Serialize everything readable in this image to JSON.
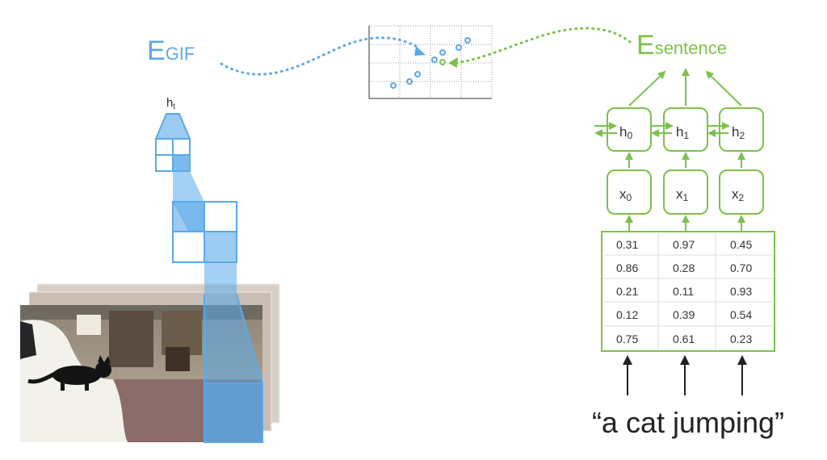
{
  "gif_encoder": {
    "label_main": "E",
    "label_sub": "GIF",
    "hidden_label": "h",
    "hidden_sub": "t"
  },
  "sentence_encoder": {
    "label_main": "E",
    "label_sub": "sentence",
    "hidden_states": [
      {
        "main": "h",
        "sub": "0"
      },
      {
        "main": "h",
        "sub": "1"
      },
      {
        "main": "h",
        "sub": "2"
      }
    ],
    "inputs": [
      {
        "main": "x",
        "sub": "0"
      },
      {
        "main": "x",
        "sub": "1"
      },
      {
        "main": "x",
        "sub": "2"
      }
    ]
  },
  "embedding_table": [
    [
      "0.31",
      "0.97",
      "0.45"
    ],
    [
      "0.86",
      "0.28",
      "0.70"
    ],
    [
      "0.21",
      "0.11",
      "0.93"
    ],
    [
      "0.12",
      "0.39",
      "0.54"
    ],
    [
      "0.75",
      "0.61",
      "0.23"
    ]
  ],
  "sentence_text": "“a cat jumping”",
  "colors": {
    "gif": "#5aa9ea",
    "sentence": "#7cc24b",
    "text": "#333333"
  }
}
